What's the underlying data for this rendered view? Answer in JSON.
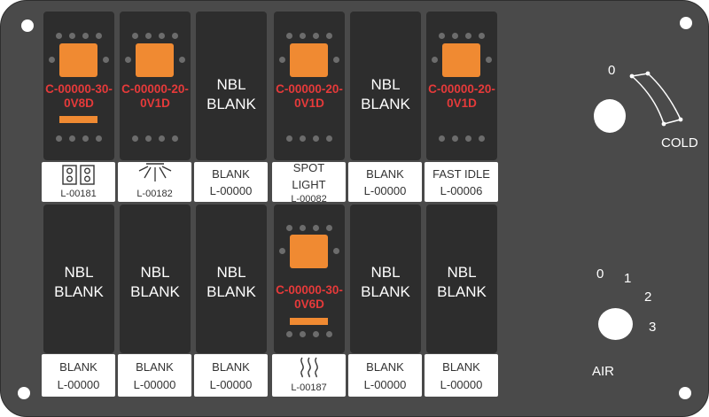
{
  "panel": {
    "switches_top": [
      {
        "type": "led",
        "code_line1": "C-00000-30-",
        "code_line2": "0V8D",
        "has_bar": true
      },
      {
        "type": "led",
        "code_line1": "C-00000-20-",
        "code_line2": "0V1D",
        "has_bar": false
      },
      {
        "type": "blank",
        "line1": "NBL",
        "line2": "BLANK"
      },
      {
        "type": "led",
        "code_line1": "C-00000-20-",
        "code_line2": "0V1D",
        "has_bar": false
      },
      {
        "type": "blank",
        "line1": "NBL",
        "line2": "BLANK"
      },
      {
        "type": "led",
        "code_line1": "C-00000-20-",
        "code_line2": "0V1D",
        "has_bar": false
      }
    ],
    "labels_top": [
      {
        "icon": "door-lock-icon",
        "code": "L-00181"
      },
      {
        "icon": "work-light-icon",
        "code": "L-00182"
      },
      {
        "text": "BLANK",
        "code": "L-00000"
      },
      {
        "text_line1": "SPOT",
        "text_line2": "LIGHT",
        "code": "L-00082"
      },
      {
        "text": "BLANK",
        "code": "L-00000"
      },
      {
        "text": "FAST IDLE",
        "code": "L-00006"
      }
    ],
    "switches_bottom": [
      {
        "type": "blank",
        "line1": "NBL",
        "line2": "BLANK"
      },
      {
        "type": "blank",
        "line1": "NBL",
        "line2": "BLANK"
      },
      {
        "type": "blank",
        "line1": "NBL",
        "line2": "BLANK"
      },
      {
        "type": "led",
        "code_line1": "C-00000-30-",
        "code_line2": "0V6D",
        "has_bar": true
      },
      {
        "type": "blank",
        "line1": "NBL",
        "line2": "BLANK"
      },
      {
        "type": "blank",
        "line1": "NBL",
        "line2": "BLANK"
      }
    ],
    "labels_bottom": [
      {
        "text": "BLANK",
        "code": "L-00000"
      },
      {
        "text": "BLANK",
        "code": "L-00000"
      },
      {
        "text": "BLANK",
        "code": "L-00000"
      },
      {
        "icon": "heat-icon",
        "code": "L-00187"
      },
      {
        "text": "BLANK",
        "code": "L-00000"
      },
      {
        "text": "BLANK",
        "code": "L-00000"
      }
    ]
  },
  "temp_control": {
    "zero_label": "0",
    "cold_label": "COLD"
  },
  "air_control": {
    "positions": [
      "0",
      "1",
      "2",
      "3"
    ],
    "label": "AIR"
  },
  "colors": {
    "panel": "#4a4a4a",
    "switch": "#2d2d2d",
    "led": "#f08a32",
    "code_text": "#e53a3a",
    "label_bg": "#ffffff"
  }
}
